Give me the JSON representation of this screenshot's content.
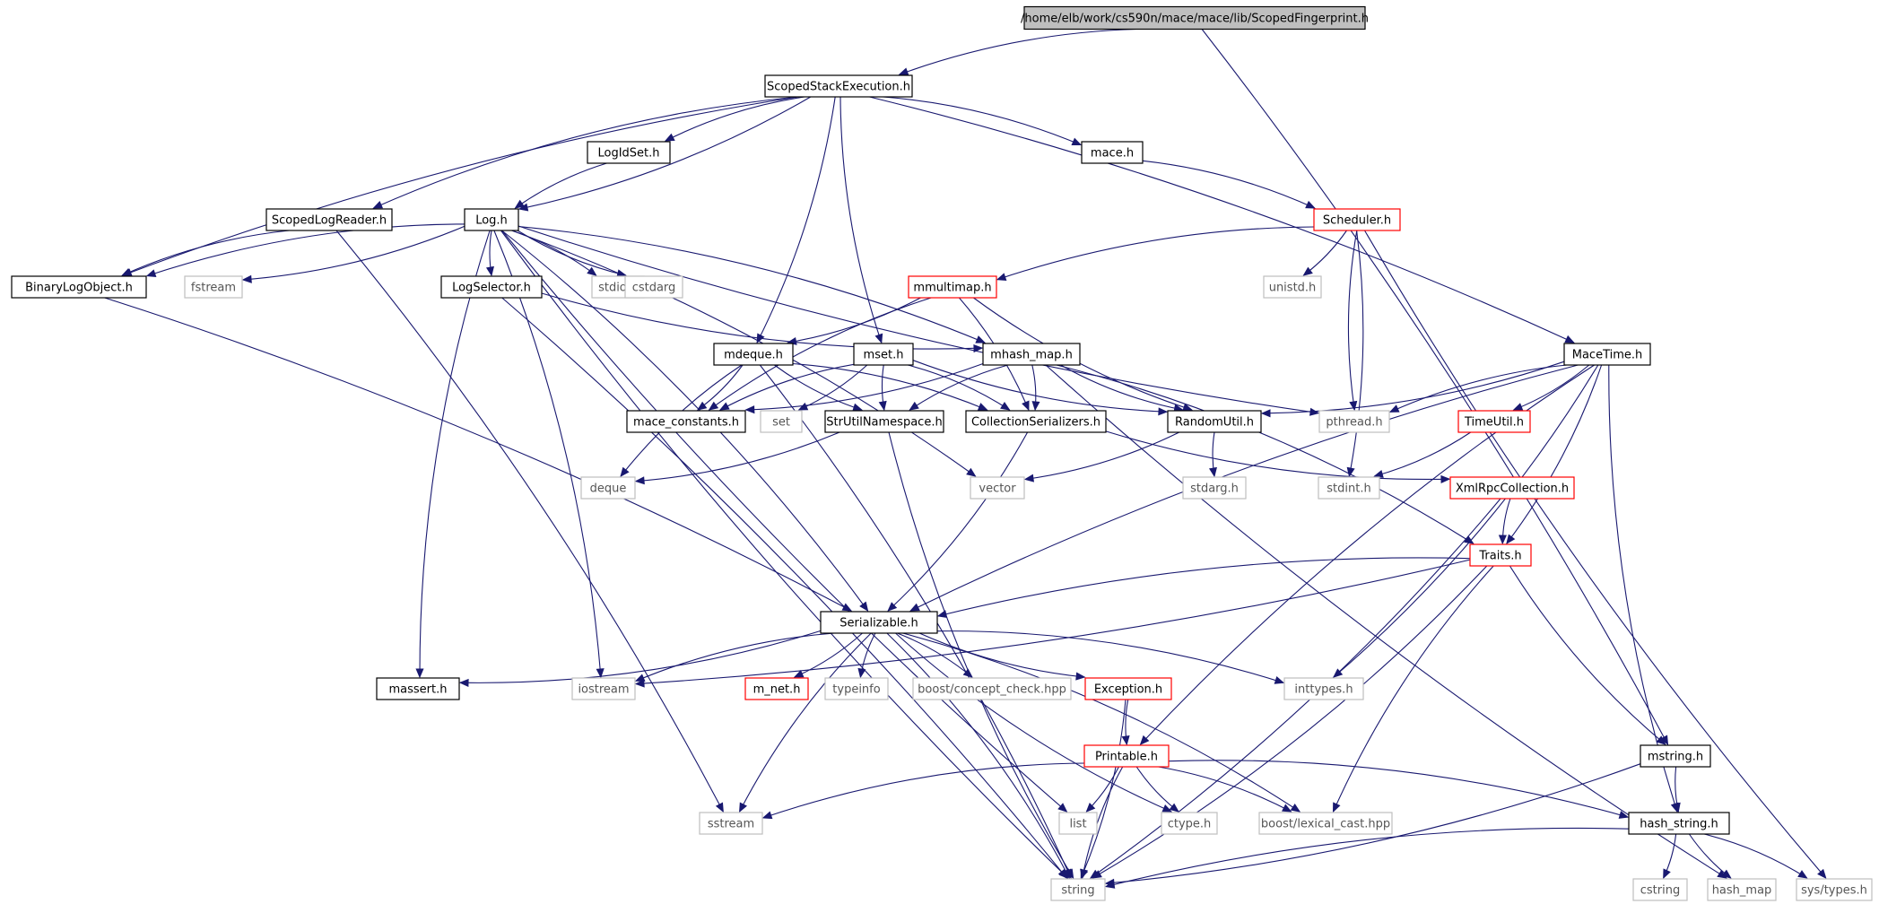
{
  "nodes": [
    {
      "id": "root",
      "label": "/home/elb/work/cs590n/mace/mace/lib/ScopedFingerprint.h",
      "style": "root"
    },
    {
      "id": "sse",
      "label": "ScopedStackExecution.h",
      "style": "normal"
    },
    {
      "id": "logidset",
      "label": "LogIdSet.h",
      "style": "normal"
    },
    {
      "id": "maceh",
      "label": "mace.h",
      "style": "normal"
    },
    {
      "id": "scopedlogreader",
      "label": "ScopedLogReader.h",
      "style": "normal"
    },
    {
      "id": "log",
      "label": "Log.h",
      "style": "normal"
    },
    {
      "id": "scheduler",
      "label": "Scheduler.h",
      "style": "red"
    },
    {
      "id": "binarylog",
      "label": "BinaryLogObject.h",
      "style": "normal"
    },
    {
      "id": "fstream",
      "label": "fstream",
      "style": "gray"
    },
    {
      "id": "logselector",
      "label": "LogSelector.h",
      "style": "normal"
    },
    {
      "id": "stdio",
      "label": "stdio.h",
      "style": "gray"
    },
    {
      "id": "cstdarg",
      "label": "cstdarg",
      "style": "gray"
    },
    {
      "id": "mmultimap",
      "label": "mmultimap.h",
      "style": "red"
    },
    {
      "id": "unistd",
      "label": "unistd.h",
      "style": "gray"
    },
    {
      "id": "mdeque",
      "label": "mdeque.h",
      "style": "normal"
    },
    {
      "id": "mset",
      "label": "mset.h",
      "style": "normal"
    },
    {
      "id": "mhashmap",
      "label": "mhash_map.h",
      "style": "normal"
    },
    {
      "id": "macetime",
      "label": "MaceTime.h",
      "style": "normal"
    },
    {
      "id": "maceconst",
      "label": "mace_constants.h",
      "style": "normal"
    },
    {
      "id": "set",
      "label": "set",
      "style": "gray"
    },
    {
      "id": "strutil",
      "label": "StrUtilNamespace.h",
      "style": "normal"
    },
    {
      "id": "collser",
      "label": "CollectionSerializers.h",
      "style": "normal"
    },
    {
      "id": "randomutil",
      "label": "RandomUtil.h",
      "style": "normal"
    },
    {
      "id": "pthread",
      "label": "pthread.h",
      "style": "gray"
    },
    {
      "id": "timeutil",
      "label": "TimeUtil.h",
      "style": "red"
    },
    {
      "id": "deque",
      "label": "deque",
      "style": "gray"
    },
    {
      "id": "vector",
      "label": "vector",
      "style": "gray"
    },
    {
      "id": "stdarg",
      "label": "stdarg.h",
      "style": "gray"
    },
    {
      "id": "stdint",
      "label": "stdint.h",
      "style": "gray"
    },
    {
      "id": "xmlrpc",
      "label": "XmlRpcCollection.h",
      "style": "red"
    },
    {
      "id": "traits",
      "label": "Traits.h",
      "style": "red"
    },
    {
      "id": "serializable",
      "label": "Serializable.h",
      "style": "normal"
    },
    {
      "id": "massert",
      "label": "massert.h",
      "style": "normal"
    },
    {
      "id": "iostream",
      "label": "iostream",
      "style": "gray"
    },
    {
      "id": "mnet",
      "label": "m_net.h",
      "style": "red"
    },
    {
      "id": "typeinfo",
      "label": "typeinfo",
      "style": "gray"
    },
    {
      "id": "conceptcheck",
      "label": "boost/concept_check.hpp",
      "style": "gray"
    },
    {
      "id": "exception",
      "label": "Exception.h",
      "style": "red"
    },
    {
      "id": "inttypes",
      "label": "inttypes.h",
      "style": "gray"
    },
    {
      "id": "printable",
      "label": "Printable.h",
      "style": "red"
    },
    {
      "id": "mstring",
      "label": "mstring.h",
      "style": "normal"
    },
    {
      "id": "sstream",
      "label": "sstream",
      "style": "gray"
    },
    {
      "id": "list",
      "label": "list",
      "style": "gray"
    },
    {
      "id": "ctype",
      "label": "ctype.h",
      "style": "gray"
    },
    {
      "id": "lexicalcast",
      "label": "boost/lexical_cast.hpp",
      "style": "gray"
    },
    {
      "id": "hashstring",
      "label": "hash_string.h",
      "style": "normal"
    },
    {
      "id": "string",
      "label": "string",
      "style": "gray"
    },
    {
      "id": "cstring",
      "label": "cstring",
      "style": "gray"
    },
    {
      "id": "hashmap",
      "label": "hash_map",
      "style": "gray"
    },
    {
      "id": "systypes",
      "label": "sys/types.h",
      "style": "gray"
    }
  ],
  "edges": [
    [
      "root",
      "sse"
    ],
    [
      "root",
      "mstring"
    ],
    [
      "sse",
      "logidset"
    ],
    [
      "sse",
      "maceh"
    ],
    [
      "sse",
      "scopedlogreader"
    ],
    [
      "sse",
      "log"
    ],
    [
      "sse",
      "binarylog"
    ],
    [
      "sse",
      "mdeque"
    ],
    [
      "sse",
      "mset"
    ],
    [
      "sse",
      "macetime"
    ],
    [
      "logidset",
      "log"
    ],
    [
      "maceh",
      "scheduler"
    ],
    [
      "scopedlogreader",
      "binarylog"
    ],
    [
      "scopedlogreader",
      "sstream"
    ],
    [
      "log",
      "binarylog"
    ],
    [
      "log",
      "fstream"
    ],
    [
      "log",
      "logselector"
    ],
    [
      "log",
      "stdio"
    ],
    [
      "log",
      "cstdarg"
    ],
    [
      "log",
      "mhashmap"
    ],
    [
      "log",
      "pthread"
    ],
    [
      "log",
      "vector"
    ],
    [
      "log",
      "massert"
    ],
    [
      "log",
      "iostream"
    ],
    [
      "log",
      "list"
    ],
    [
      "log",
      "serializable"
    ],
    [
      "log",
      "string"
    ],
    [
      "binarylog",
      "serializable"
    ],
    [
      "logselector",
      "mhashmap"
    ],
    [
      "logselector",
      "string"
    ],
    [
      "scheduler",
      "mmultimap"
    ],
    [
      "scheduler",
      "unistd"
    ],
    [
      "scheduler",
      "pthread"
    ],
    [
      "scheduler",
      "stdint"
    ],
    [
      "scheduler",
      "systypes"
    ],
    [
      "mmultimap",
      "mdeque"
    ],
    [
      "mmultimap",
      "maceconst"
    ],
    [
      "mmultimap",
      "collser"
    ],
    [
      "mmultimap",
      "randomutil"
    ],
    [
      "mdeque",
      "maceconst"
    ],
    [
      "mdeque",
      "strutil"
    ],
    [
      "mdeque",
      "collser"
    ],
    [
      "mdeque",
      "deque"
    ],
    [
      "mdeque",
      "string"
    ],
    [
      "mset",
      "maceconst"
    ],
    [
      "mset",
      "set"
    ],
    [
      "mset",
      "strutil"
    ],
    [
      "mset",
      "collser"
    ],
    [
      "mset",
      "randomutil"
    ],
    [
      "mhashmap",
      "maceconst"
    ],
    [
      "mhashmap",
      "strutil"
    ],
    [
      "mhashmap",
      "collser"
    ],
    [
      "mhashmap",
      "randomutil"
    ],
    [
      "mhashmap",
      "traits"
    ],
    [
      "mhashmap",
      "hashmap"
    ],
    [
      "macetime",
      "randomutil"
    ],
    [
      "macetime",
      "pthread"
    ],
    [
      "macetime",
      "timeutil"
    ],
    [
      "macetime",
      "serializable"
    ],
    [
      "macetime",
      "traits"
    ],
    [
      "macetime",
      "printable"
    ],
    [
      "macetime",
      "inttypes"
    ],
    [
      "macetime",
      "hashstring"
    ],
    [
      "strutil",
      "deque"
    ],
    [
      "strutil",
      "string"
    ],
    [
      "collser",
      "serializable"
    ],
    [
      "collser",
      "xmlrpc"
    ],
    [
      "randomutil",
      "vector"
    ],
    [
      "randomutil",
      "stdarg"
    ],
    [
      "timeutil",
      "stdint"
    ],
    [
      "xmlrpc",
      "traits"
    ],
    [
      "xmlrpc",
      "string"
    ],
    [
      "traits",
      "serializable"
    ],
    [
      "traits",
      "iostream"
    ],
    [
      "traits",
      "lexicalcast"
    ],
    [
      "traits",
      "string"
    ],
    [
      "traits",
      "mstring"
    ],
    [
      "serializable",
      "massert"
    ],
    [
      "serializable",
      "iostream"
    ],
    [
      "serializable",
      "mnet"
    ],
    [
      "serializable",
      "typeinfo"
    ],
    [
      "serializable",
      "conceptcheck"
    ],
    [
      "serializable",
      "exception"
    ],
    [
      "serializable",
      "inttypes"
    ],
    [
      "serializable",
      "sstream"
    ],
    [
      "serializable",
      "string"
    ],
    [
      "serializable",
      "ctype"
    ],
    [
      "serializable",
      "lexicalcast"
    ],
    [
      "exception",
      "printable"
    ],
    [
      "exception",
      "string"
    ],
    [
      "printable",
      "sstream"
    ],
    [
      "printable",
      "list"
    ],
    [
      "printable",
      "ctype"
    ],
    [
      "printable",
      "lexicalcast"
    ],
    [
      "printable",
      "string"
    ],
    [
      "printable",
      "hashstring"
    ],
    [
      "mstring",
      "hashstring"
    ],
    [
      "mstring",
      "string"
    ],
    [
      "hashstring",
      "string"
    ],
    [
      "hashstring",
      "cstring"
    ],
    [
      "hashstring",
      "hashmap"
    ],
    [
      "hashstring",
      "systypes"
    ]
  ]
}
